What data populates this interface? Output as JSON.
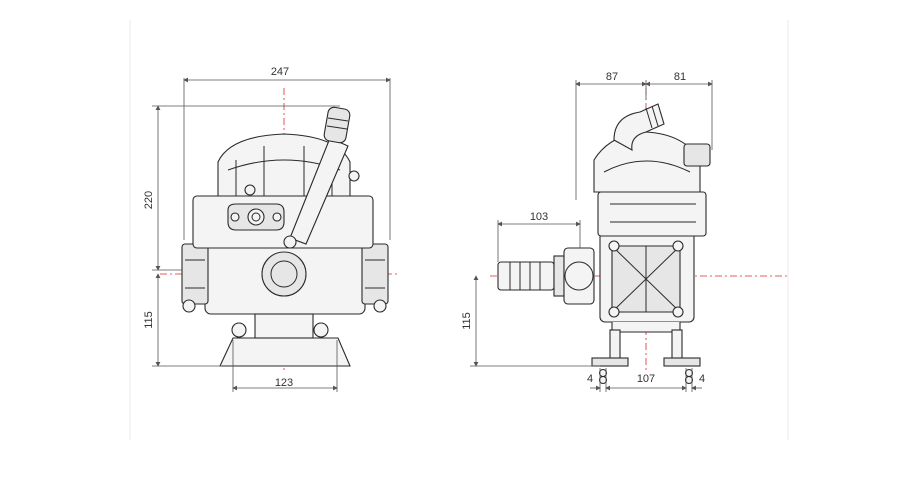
{
  "dimensions": {
    "front_width": "247",
    "front_height": "220",
    "front_shaft_height": "115",
    "front_base_width": "123",
    "side_left": "87",
    "side_right": "81",
    "side_shaft_length": "103",
    "side_shaft_height": "115",
    "side_hole_left": "4",
    "side_hole_span": "107",
    "side_hole_right": "4"
  },
  "colors": {
    "centerline": "#e0282f",
    "outline": "#2a2a2a",
    "dimension_line": "#555555"
  }
}
